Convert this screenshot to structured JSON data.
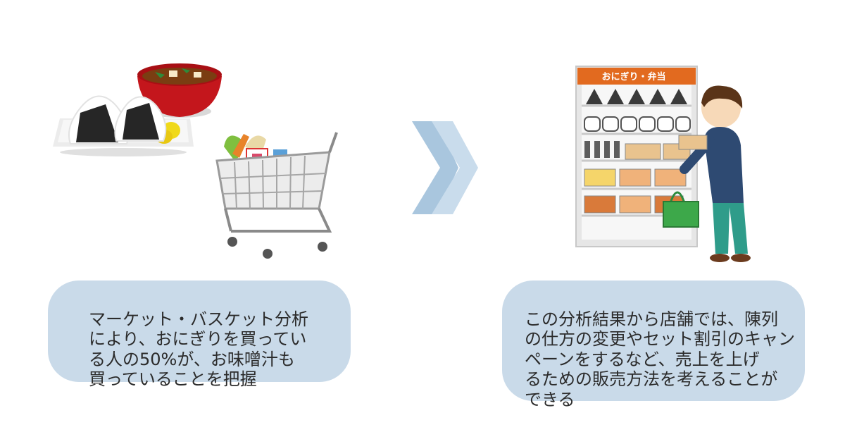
{
  "left_caption": "マーケット・バスケット分析\nにより、おにぎりを買ってい\nる人の50%が、お味噌汁も\n買っていることを把握",
  "right_caption": "この分析結果から店舗では、陳列\nの仕方の変更やセット割引のキャン\nペーンをするなど、売上を上げ\nるための販売方法を考えることが\nできる",
  "shelf_sign": "おにぎり・弁当",
  "colors": {
    "bubble": "#c9dae9",
    "arrow_back": "#a9c6de",
    "arrow_front": "#c9dcec",
    "sign": "#e26a1f"
  }
}
